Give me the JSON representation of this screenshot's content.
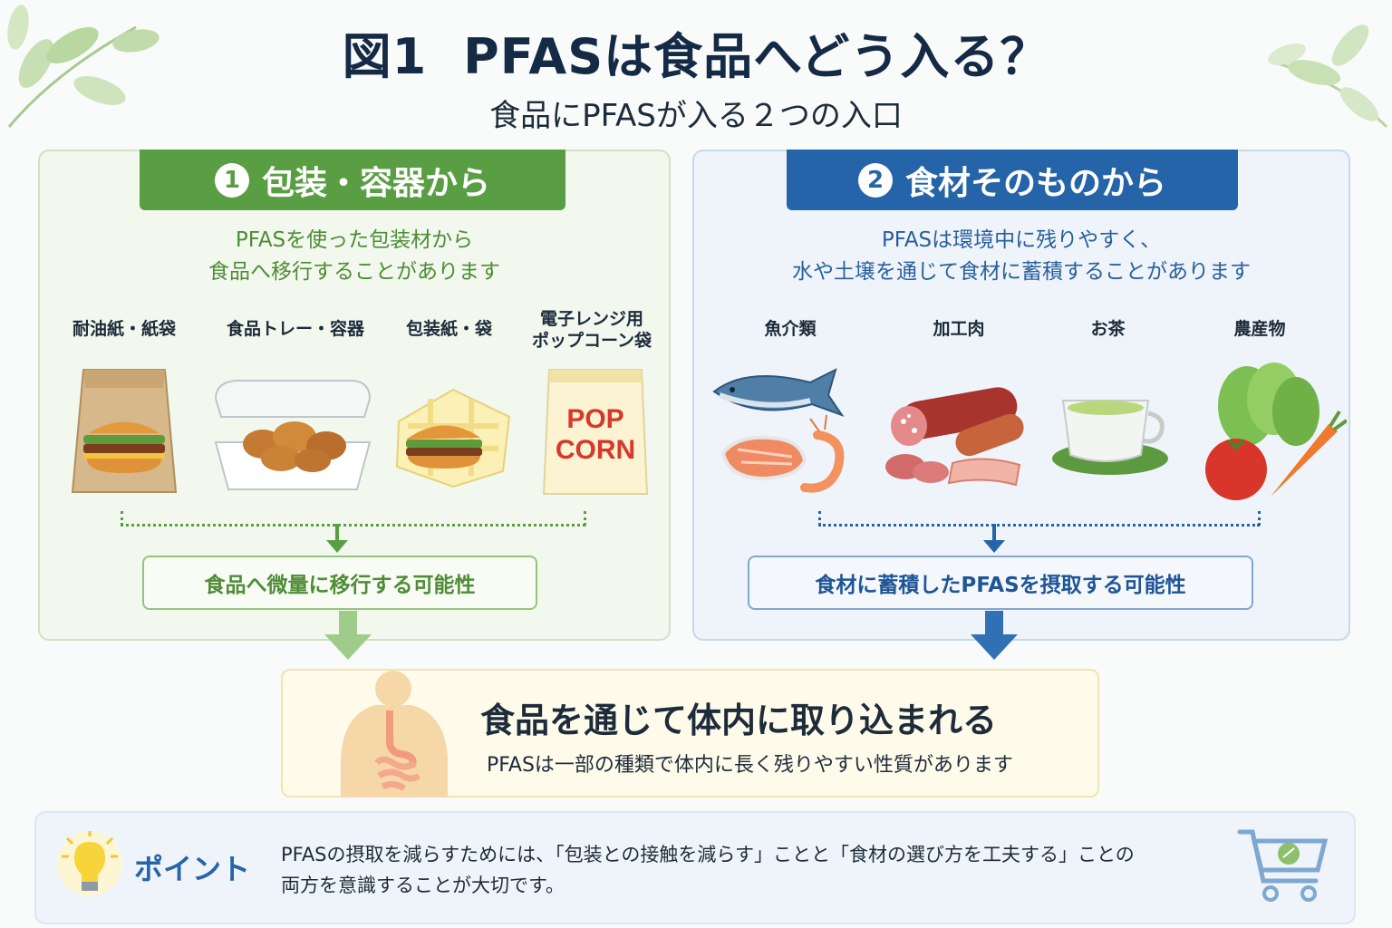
{
  "header": {
    "fig_label": "図1",
    "title": "PFASは食品へどう入る？",
    "subtitle": "食品にPFASが入る２つの入口"
  },
  "left_panel": {
    "number": "1",
    "heading": "包装・容器から",
    "desc_line1": "PFASを使った包装材から",
    "desc_line2": "食品へ移行することがあります",
    "items": [
      {
        "label": "耐油紙・紙袋",
        "icon": "burger-paper-bag-icon"
      },
      {
        "label": "食品トレー・容器",
        "icon": "food-tray-icon"
      },
      {
        "label": "包装紙・袋",
        "icon": "wrapped-burger-icon"
      },
      {
        "label_line1": "電子レンジ用",
        "label_line2": "ポップコーン袋",
        "icon": "popcorn-bag-icon",
        "bag_text_line1": "POP",
        "bag_text_line2": "CORN"
      }
    ],
    "result": "食品へ微量に移行する可能性"
  },
  "right_panel": {
    "number": "2",
    "heading": "食材そのものから",
    "desc_line1": "PFASは環境中に残りやすく、",
    "desc_line2": "水や土壌を通じて食材に蓄積することがあります",
    "items": [
      {
        "label": "魚介類",
        "icon": "fish-seafood-icon"
      },
      {
        "label": "加工肉",
        "icon": "processed-meat-icon"
      },
      {
        "label": "お茶",
        "icon": "tea-cup-icon"
      },
      {
        "label": "農産物",
        "icon": "vegetables-icon"
      }
    ],
    "result": "食材に蓄積したPFASを摂取する可能性"
  },
  "body": {
    "title": "食品を通じて体内に取り込まれる",
    "subtitle": "PFASは一部の種類で体内に長く残りやすい性質があります",
    "icon": "human-digestive-icon"
  },
  "point": {
    "label": "ポイント",
    "text_line1": "PFASの摂取を減らすためには、「包装との接触を減らす」ことと「食材の選び方を工夫する」ことの",
    "text_line2": "両方を意識することが大切です。",
    "icon_left": "lightbulb-icon",
    "icon_right": "shopping-cart-icon"
  },
  "colors": {
    "green": "#5a9e44",
    "blue": "#2564a8",
    "title": "#152a45"
  }
}
